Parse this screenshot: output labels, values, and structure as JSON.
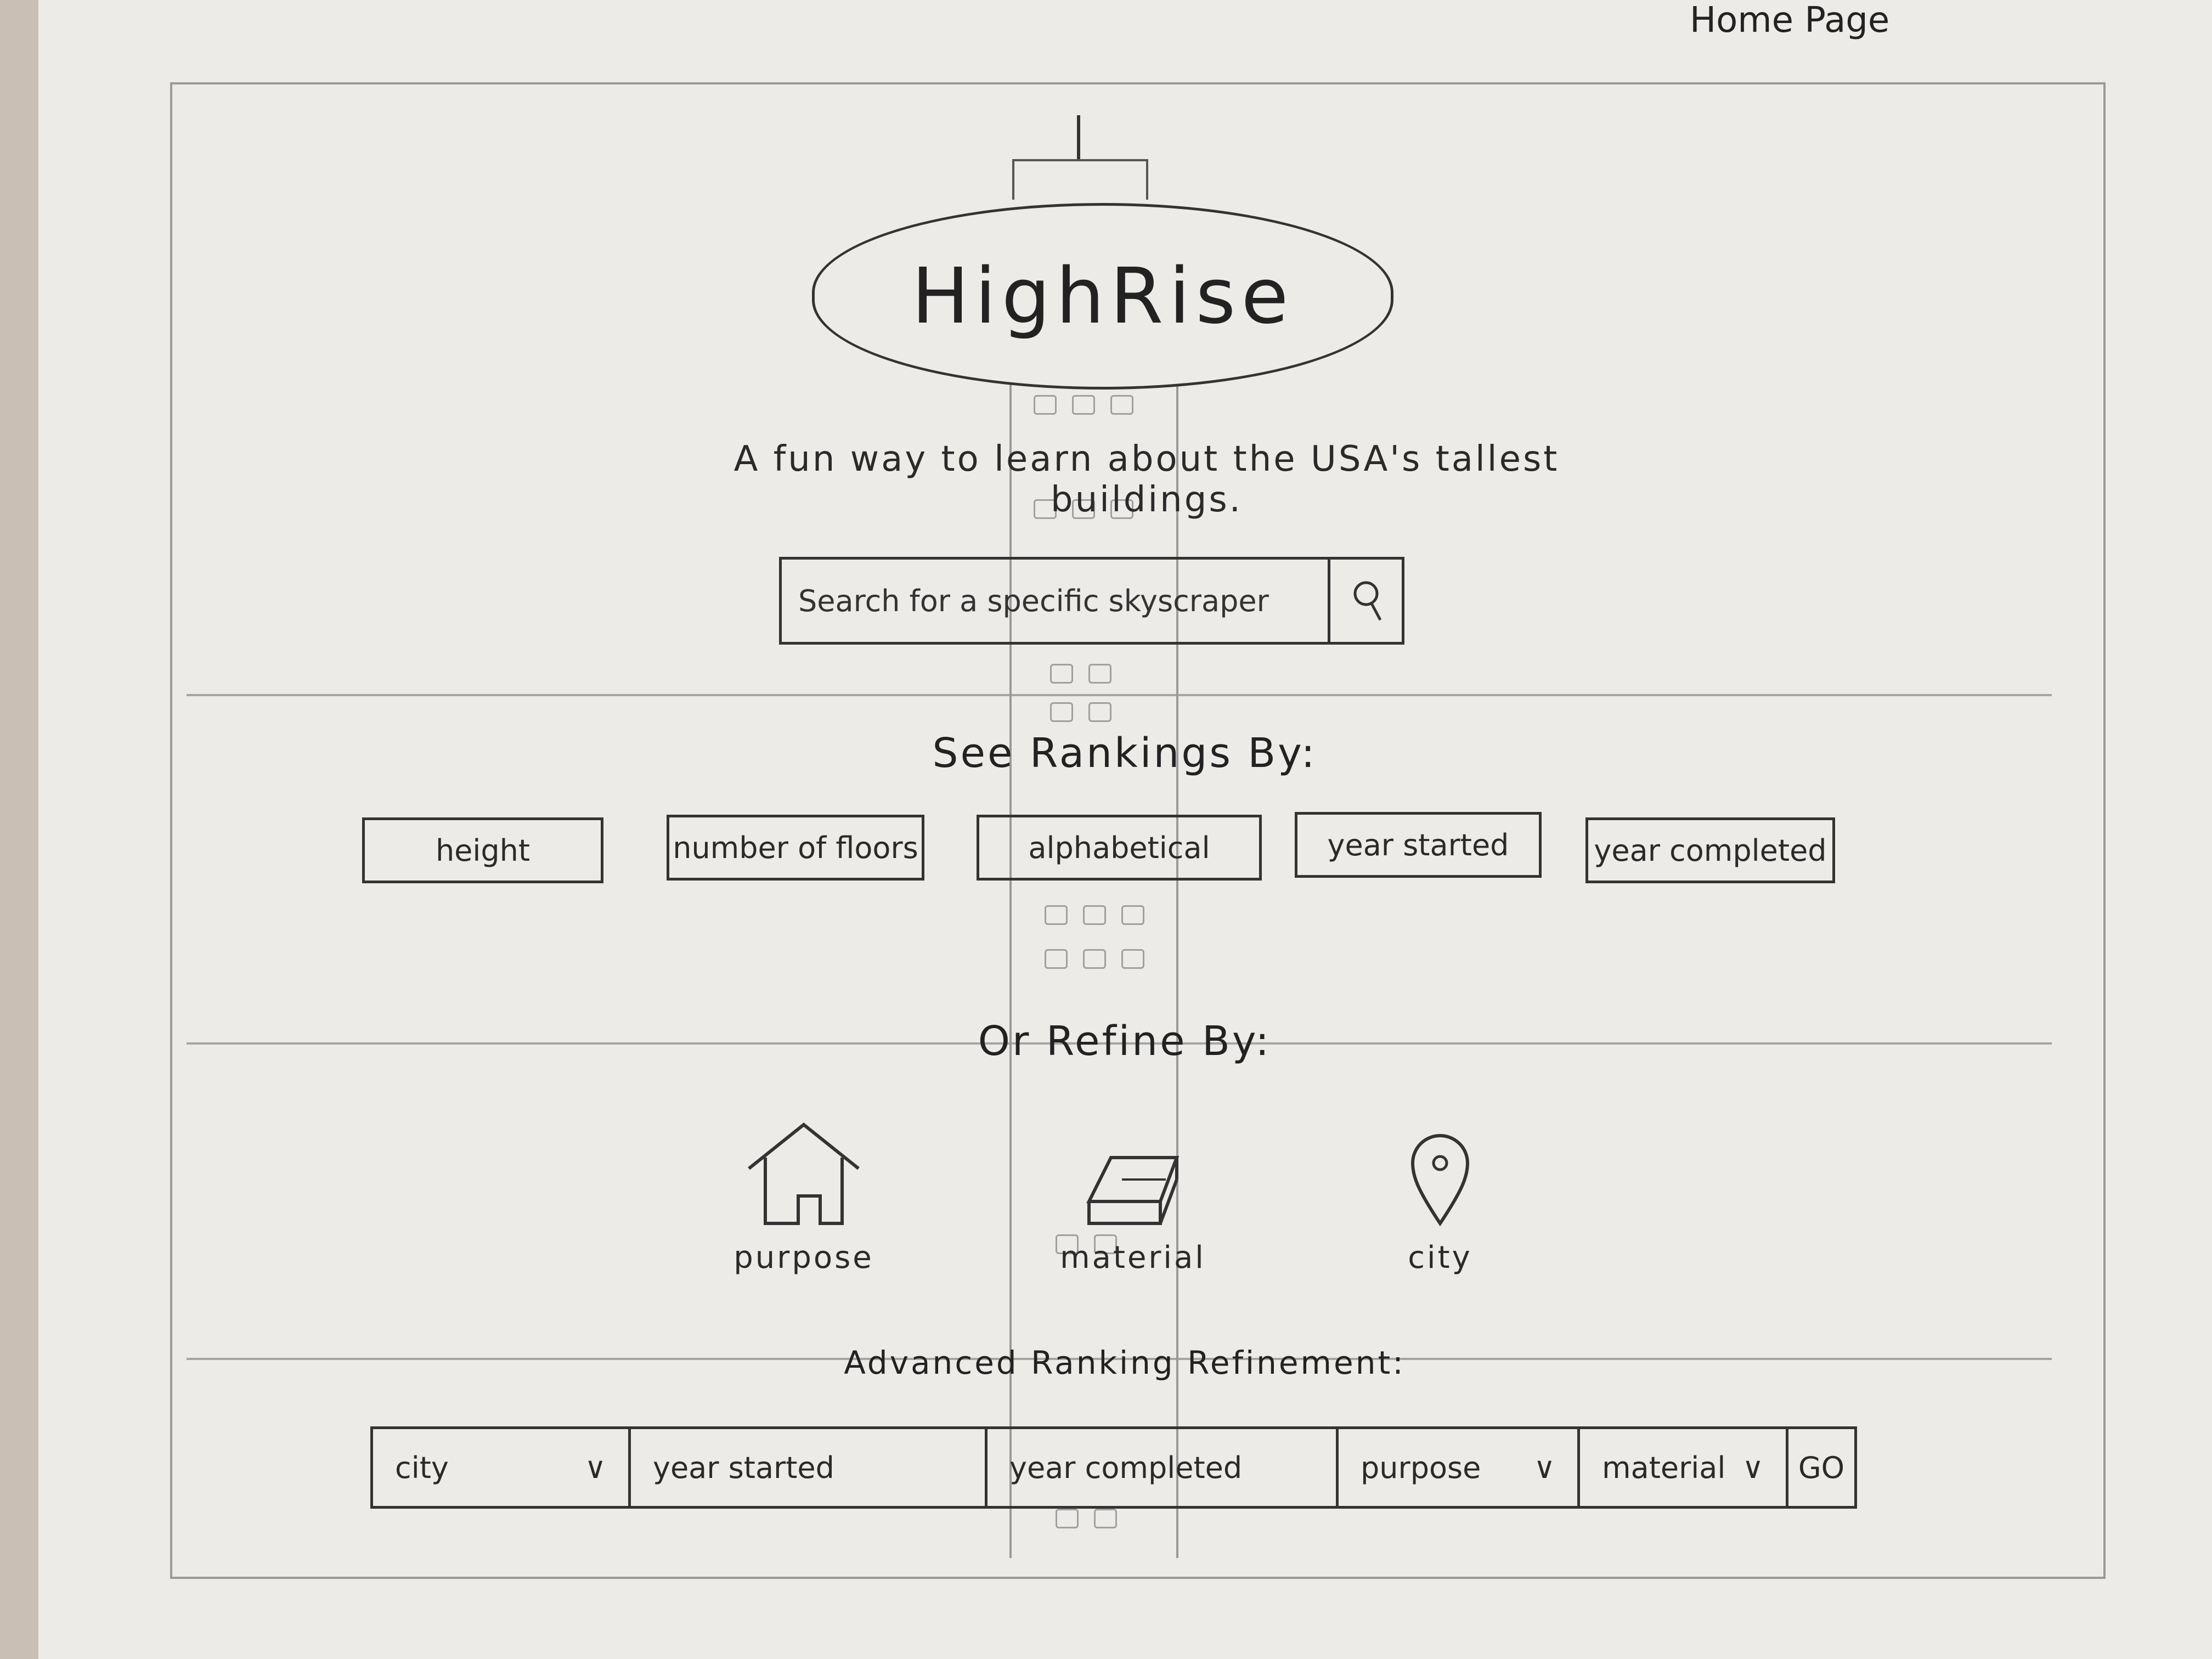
{
  "page_label": "Home Page",
  "app": {
    "title": "HighRise",
    "tagline": "A fun way to learn about the USA's tallest buildings."
  },
  "search": {
    "placeholder": "Search for a specific skyscraper",
    "icon": "search-icon"
  },
  "rankings": {
    "heading": "See Rankings By:",
    "buttons": [
      "height",
      "number of floors",
      "alphabetical",
      "year started",
      "year completed"
    ]
  },
  "refine": {
    "heading": "Or Refine By:",
    "items": [
      {
        "label": "purpose",
        "icon": "house-icon"
      },
      {
        "label": "material",
        "icon": "material-icon"
      },
      {
        "label": "city",
        "icon": "map-pin-icon"
      }
    ]
  },
  "advanced": {
    "heading": "Advanced Ranking Refinement:",
    "fields": [
      {
        "label": "city",
        "dropdown": true
      },
      {
        "label": "year started",
        "dropdown": false
      },
      {
        "label": "year completed",
        "dropdown": false
      },
      {
        "label": "purpose",
        "dropdown": true
      },
      {
        "label": "material",
        "dropdown": true
      }
    ],
    "go_label": "GO"
  }
}
